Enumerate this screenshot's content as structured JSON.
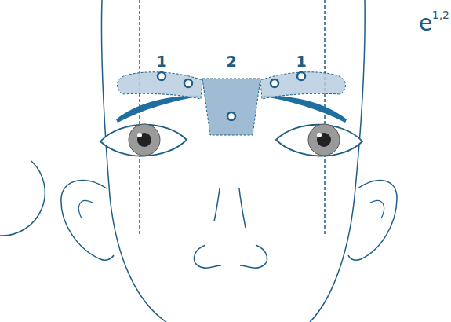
{
  "diagram": {
    "labels": [
      "e",
      "1,2",
      "1",
      "2",
      "1"
    ]
  }
}
